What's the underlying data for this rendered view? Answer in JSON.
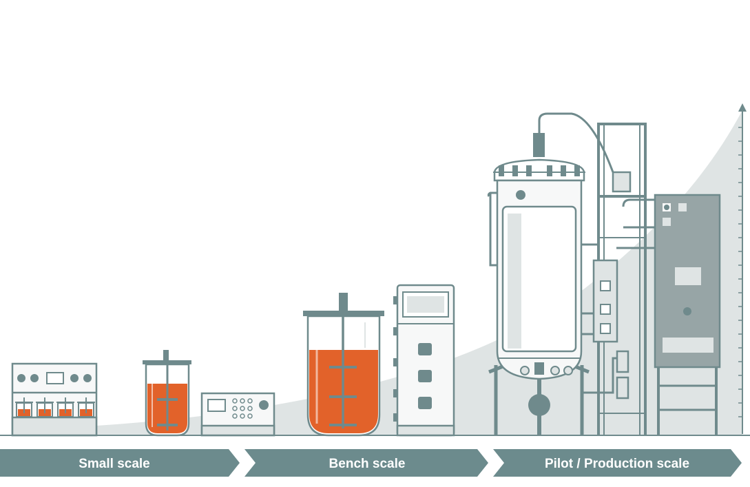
{
  "stages": [
    {
      "label": "Small scale"
    },
    {
      "label": "Bench scale"
    },
    {
      "label": "Pilot / Production scale"
    }
  ],
  "colors": {
    "outline": "#6f8a8c",
    "outline_dark": "#5b7476",
    "liquid": "#e2622a",
    "liquid_light": "#f1a57c",
    "growth_area": "#dfe4e4",
    "banner": "#6c8b8d",
    "panel": "#f7f8f8",
    "panel_dark": "#97a5a6"
  },
  "icons": [
    "parallel-bioreactor-icon",
    "small-glass-vessel-icon",
    "controller-unit-icon",
    "bench-glass-vessel-icon",
    "bench-control-tower-icon",
    "pilot-steel-vessel-icon",
    "piping-frame-icon",
    "control-cabinet-icon",
    "scale-axis-arrow-icon"
  ]
}
